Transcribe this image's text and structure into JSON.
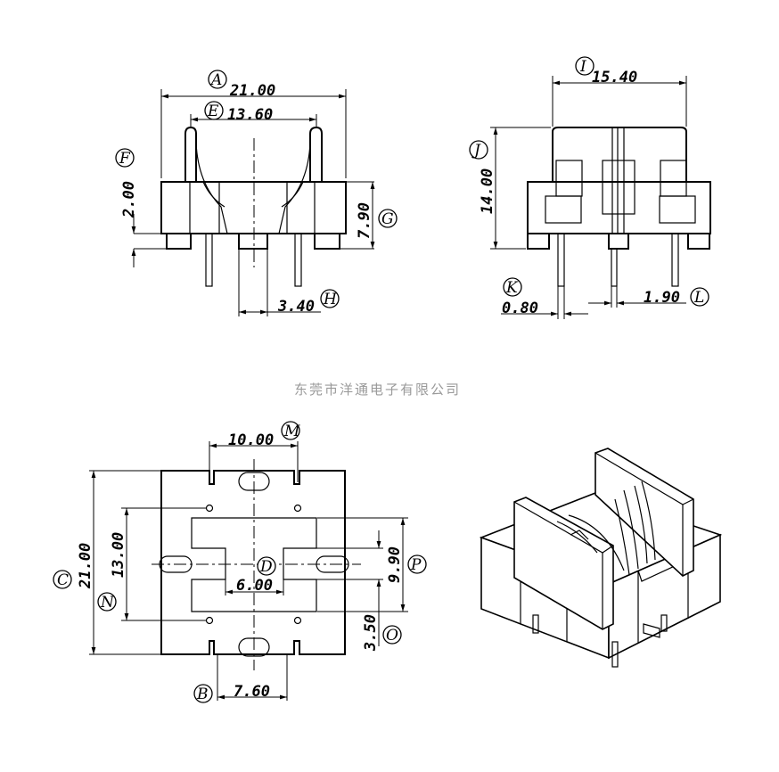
{
  "company_watermark": "东莞市洋通电子有限公司",
  "dimensions": {
    "A": "21.00",
    "B": "7.60",
    "C": "21.00",
    "D": "6.00",
    "E": "13.60",
    "F": "2.00",
    "G": "7.90",
    "H": "3.40",
    "I": "15.40",
    "J": "14.00",
    "K": "0.80",
    "L": "1.90",
    "M": "10.00",
    "N": "13.00",
    "O": "3.50",
    "P": "9.90"
  },
  "labels": {
    "A": "A",
    "B": "B",
    "C": "C",
    "D": "D",
    "E": "E",
    "F": "F",
    "G": "G",
    "H": "H",
    "I": "I",
    "J": "J",
    "K": "K",
    "L": "L",
    "M": "M",
    "N": "N",
    "O": "O",
    "P": "P"
  }
}
